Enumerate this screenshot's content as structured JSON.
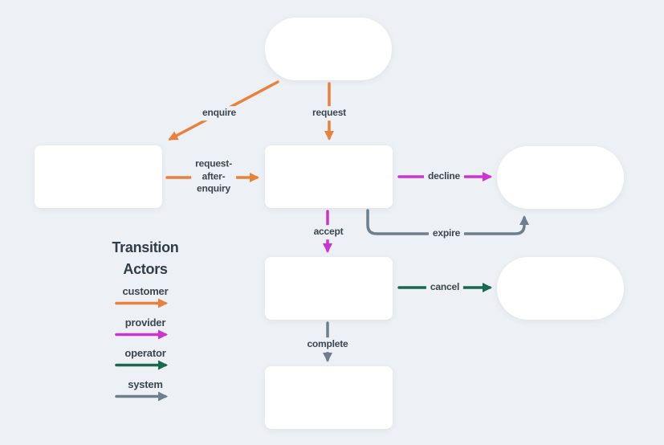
{
  "colors": {
    "background": "#edf0f4",
    "node_fill": "#ffffff",
    "label_text": "#3a4750",
    "customer": "#e8813c",
    "provider": "#c935ce",
    "operator": "#17694f",
    "system": "#6e7e8d"
  },
  "legend": {
    "title": "Transition Actors",
    "items": [
      {
        "label": "customer"
      },
      {
        "label": "provider"
      },
      {
        "label": "operator"
      },
      {
        "label": "system"
      }
    ]
  },
  "transitions": {
    "enquire": {
      "label": "enquire",
      "actor": "customer"
    },
    "request": {
      "label": "request",
      "actor": "customer"
    },
    "request_after_enquiry": {
      "label": "request-\nafter-\nenquiry",
      "actor": "customer"
    },
    "decline": {
      "label": "decline",
      "actor": "provider"
    },
    "accept": {
      "label": "accept",
      "actor": "provider"
    },
    "expire": {
      "label": "expire",
      "actor": "system"
    },
    "cancel": {
      "label": "cancel",
      "actor": "operator"
    },
    "complete": {
      "label": "complete",
      "actor": "system"
    }
  }
}
